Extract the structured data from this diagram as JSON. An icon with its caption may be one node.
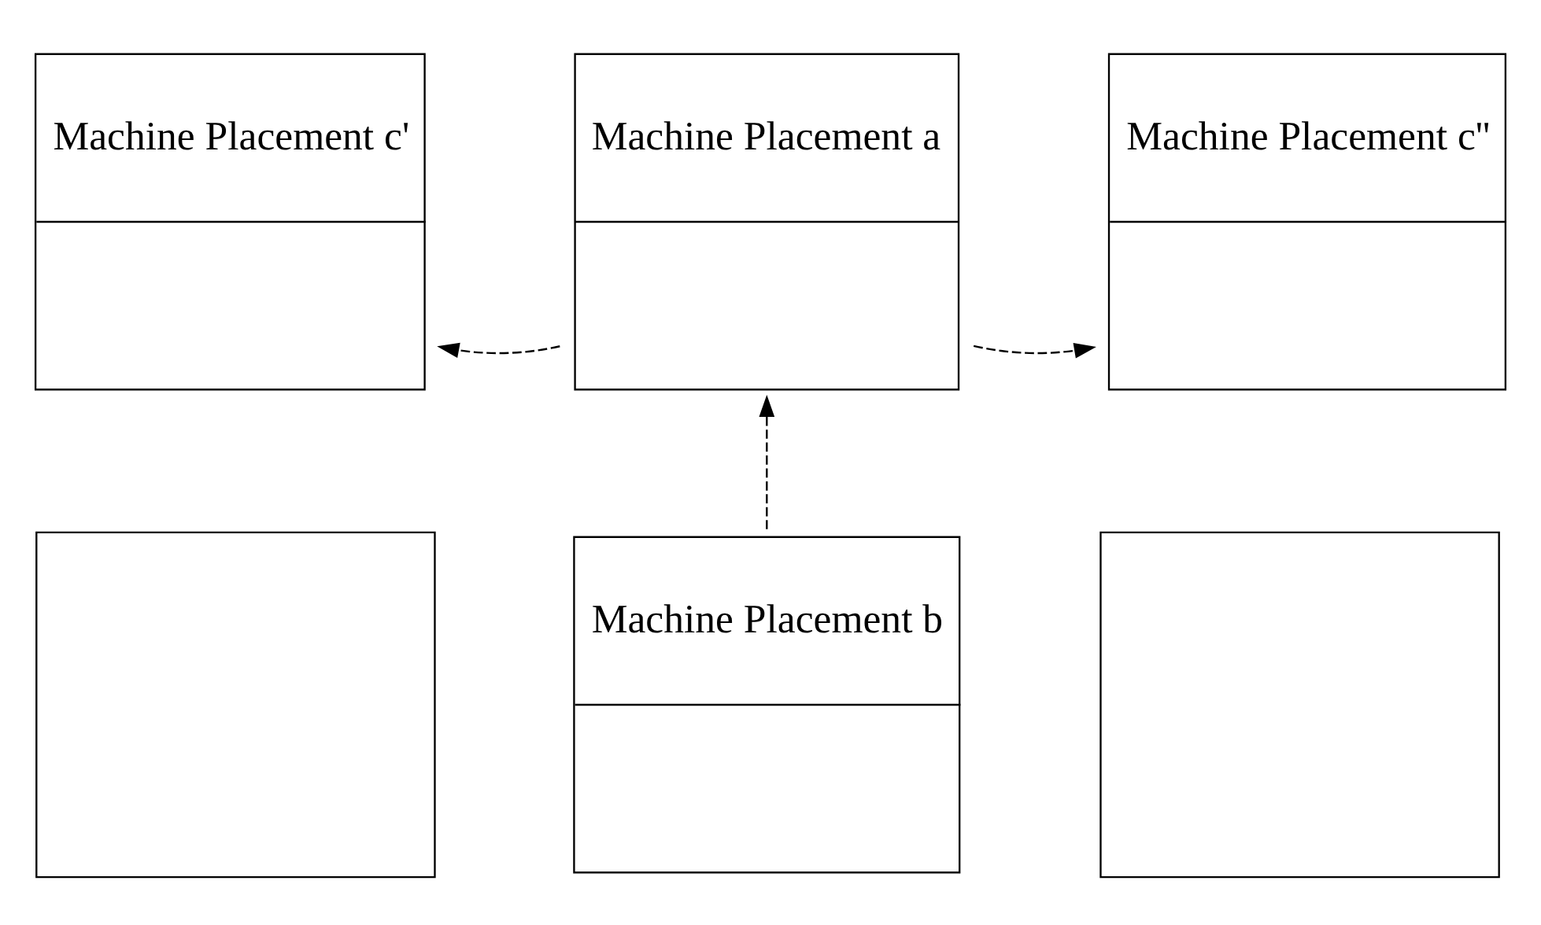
{
  "diagram": {
    "nodes": [
      {
        "text": [
          "Machine Placement c'"
        ]
      },
      {
        "text": [
          "Machine Placement a"
        ]
      },
      {
        "text": [
          "Machine Placement c''"
        ]
      },
      {
        "text": [],
        "shape": "box"
      },
      {
        "text": [
          "Machine Placement b"
        ]
      },
      {
        "text": [],
        "shape": "box"
      }
    ],
    "edges": [
      {
        "from": 1,
        "to": 0,
        "arrow": "to",
        "style": "dashed"
      },
      {
        "from": 1,
        "to": 2,
        "arrow": "to",
        "style": "dashed"
      },
      {
        "from": 4,
        "to": 1,
        "arrow": "to",
        "style": "dashed"
      }
    ]
  }
}
